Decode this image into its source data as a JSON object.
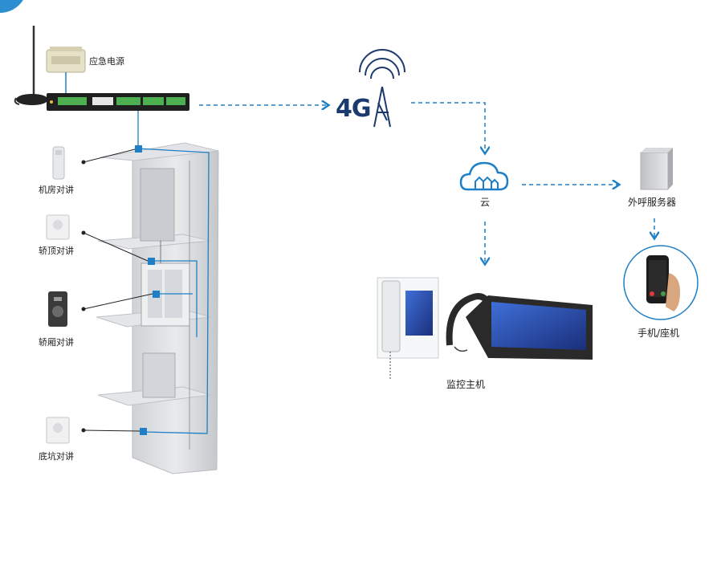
{
  "labels": {
    "emergency_power": "应急电源",
    "machine_room_intercom": "机房对讲",
    "car_top_intercom": "轿顶对讲",
    "car_intercom": "轿厢对讲",
    "pit_intercom": "底坑对讲",
    "network_4g": "4G",
    "cloud": "云",
    "outbound_server": "外呼服务器",
    "monitor_host": "监控主机",
    "phone_landline": "手机/座机"
  },
  "colors": {
    "accent_blue": "#1E7FC6",
    "dark_navy": "#1C3A6E",
    "shaft_gray": "#D9DBDE",
    "device_green": "#4CB050"
  }
}
